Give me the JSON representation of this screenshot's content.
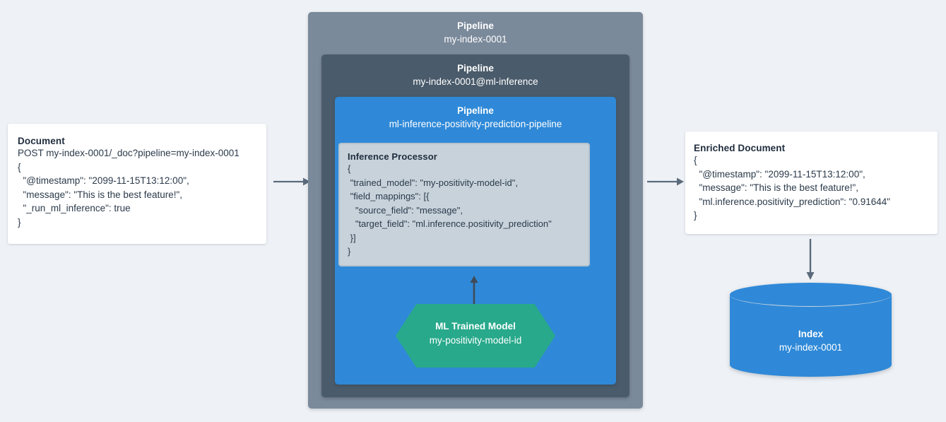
{
  "diagram": {
    "background_color": "#eef1f5",
    "accent_blue": "#2f89d8",
    "accent_green": "#28a98b",
    "outer_gray": "#7b8a9b",
    "mid_gray": "#4a5b6b",
    "processor_gray": "#c7d2db",
    "arrow_color": "#5b6b7c"
  },
  "document": {
    "title": "Document",
    "lines": [
      "POST my-index-0001/_doc?pipeline=my-index-0001",
      "{",
      "  \"@timestamp\": \"2099-11-15T13:12:00\",",
      "  \"message\": \"This is the best feature!\",",
      "  \"_run_ml_inference\": true",
      "}"
    ]
  },
  "pipelines": {
    "outer": {
      "label": "Pipeline",
      "value": "my-index-0001"
    },
    "middle": {
      "label": "Pipeline",
      "value": "my-index-0001@ml-inference"
    },
    "inner": {
      "label": "Pipeline",
      "value": "ml-inference-positivity-prediction-pipeline"
    }
  },
  "processor": {
    "title": "Inference Processor",
    "lines": [
      "{",
      " \"trained_model\": \"my-positivity-model-id\",",
      " \"field_mappings\": [{",
      "   \"source_field\": \"message\",",
      "   \"target_field\": \"ml.inference.positivity_prediction\"",
      " }]",
      "}"
    ]
  },
  "trained_model": {
    "label": "ML Trained Model",
    "value": "my-positivity-model-id"
  },
  "enriched_document": {
    "title": "Enriched Document",
    "lines": [
      "{",
      "  \"@timestamp\": \"2099-11-15T13:12:00\",",
      "  \"message\": \"This is the best feature!\",",
      "  \"ml.inference.positivity_prediction\": \"0.91644\"",
      "}"
    ]
  },
  "index": {
    "label": "Index",
    "value": "my-index-0001"
  },
  "arrows": [
    {
      "name": "arrow-document-to-pipeline",
      "direction": "right"
    },
    {
      "name": "arrow-pipeline-to-enriched-document",
      "direction": "right"
    },
    {
      "name": "arrow-model-to-processor",
      "direction": "up"
    },
    {
      "name": "arrow-enriched-document-to-index",
      "direction": "down"
    }
  ]
}
